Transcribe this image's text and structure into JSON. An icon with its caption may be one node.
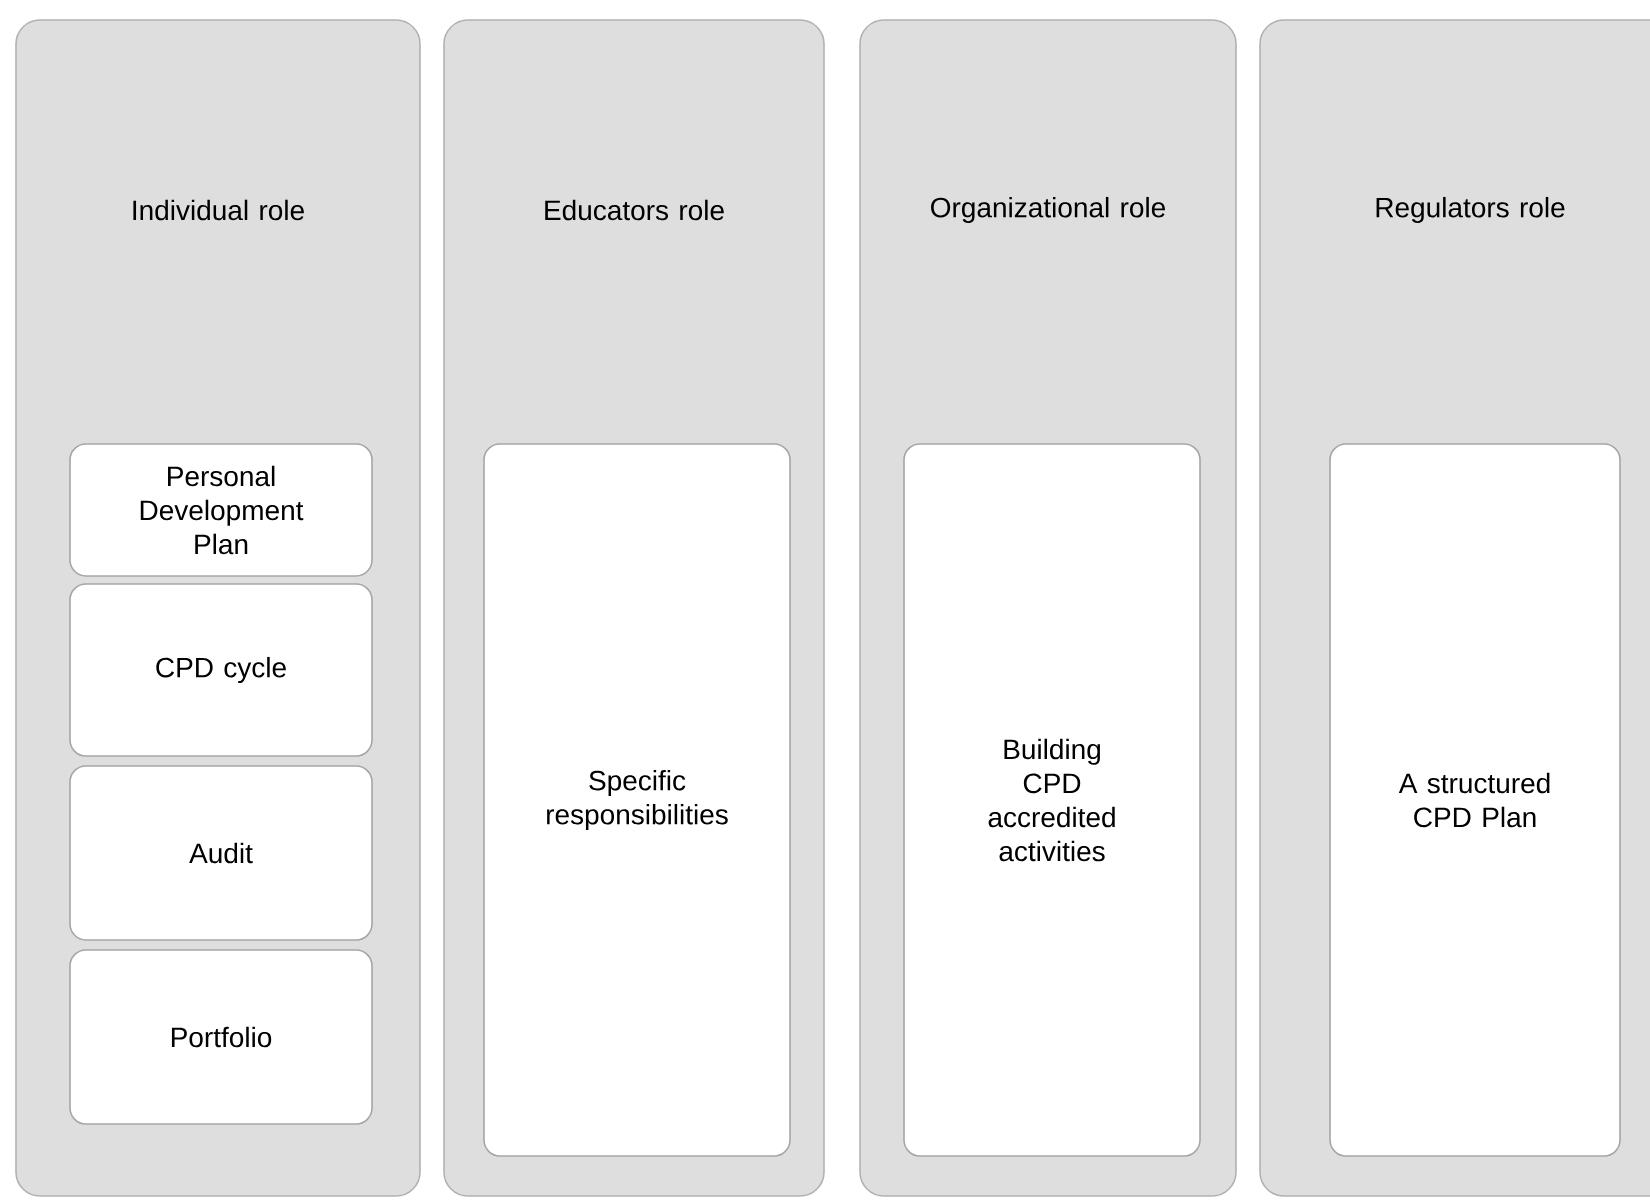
{
  "diagram": {
    "nodes": [
      {
        "text": [
          "Individual role"
        ]
      },
      {
        "text": [
          "Personal Development Plan"
        ],
        "in": 0
      },
      {
        "text": [
          "CPD cycle"
        ],
        "in": 0
      },
      {
        "text": [
          "Audit"
        ],
        "in": 0
      },
      {
        "text": [
          "Portfolio"
        ],
        "in": 0
      },
      {
        "text": [
          "Educators role"
        ]
      },
      {
        "text": [
          "Specific responsibilities"
        ],
        "in": 5
      },
      {
        "text": [
          "Organizational role"
        ]
      },
      {
        "text": [
          "Building CPD accredited activities"
        ],
        "in": 7
      },
      {
        "text": [
          "Regulators role"
        ]
      },
      {
        "text": [
          "A structured CPD Plan"
        ],
        "in": 9
      }
    ]
  }
}
